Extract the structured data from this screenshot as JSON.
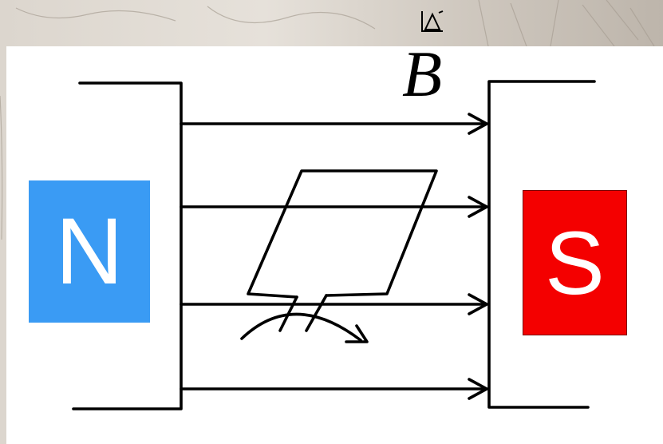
{
  "diagram": {
    "field_label": "B",
    "north_label": "N",
    "south_label": "S",
    "colors": {
      "north_pole": "#3a9bf4",
      "south_pole": "#f40000",
      "lines": "#000000",
      "pole_text": "#ffffff"
    },
    "field_line_count": 4
  }
}
